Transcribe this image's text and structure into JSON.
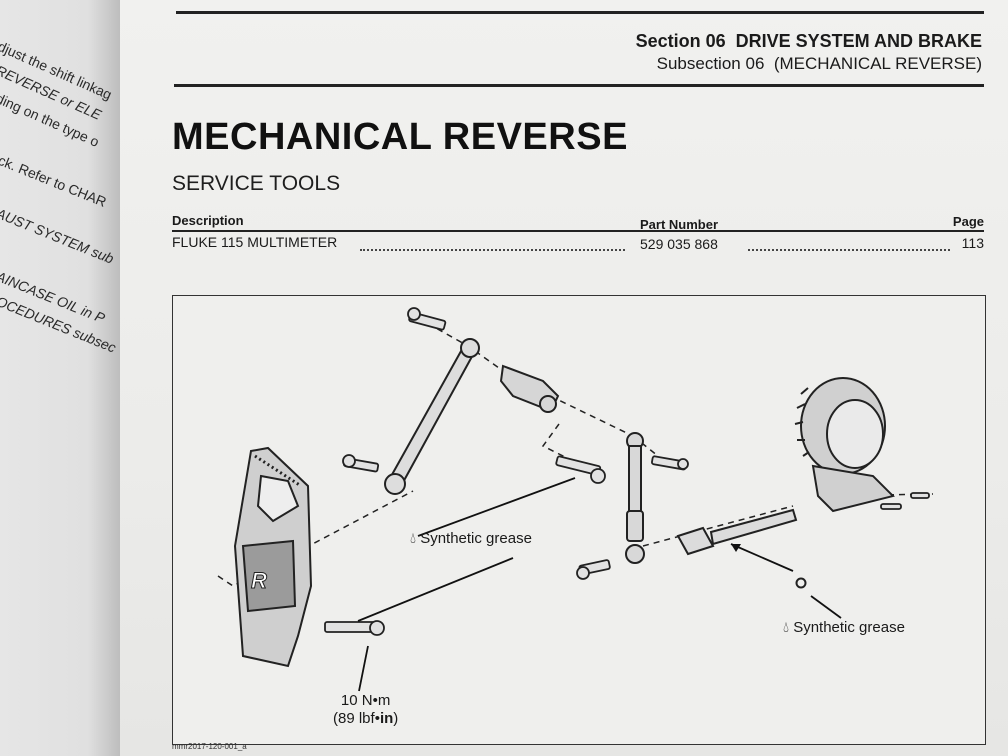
{
  "left_page": {
    "fragments": [
      "djust the shift linkag",
      "REVERSE or ELE",
      "ding on the type o",
      "ck. Refer to CHAR",
      "AUST SYSTEM sub",
      "AINCASE OIL in P",
      "OCEDURES subsec"
    ]
  },
  "header": {
    "section_label": "Section",
    "section_num": "06",
    "section_title": "DRIVE SYSTEM AND BRAKE",
    "subsection_label": "Subsection",
    "subsection_num": "06",
    "subsection_title": "(MECHANICAL REVERSE)"
  },
  "title": "MECHANICAL REVERSE",
  "subtitle": "SERVICE TOOLS",
  "tools_table": {
    "headers": {
      "description": "Description",
      "part_number": "Part Number",
      "page": "Page"
    },
    "rows": [
      {
        "description": "FLUKE 115 MULTIMETER",
        "part_number": "529 035 868",
        "page": "113"
      }
    ]
  },
  "figure": {
    "callout_grease_1": "Synthetic grease",
    "callout_grease_2": "Synthetic grease",
    "torque_nm": "10 N•m",
    "torque_lbf_prefix": "(89 lbf•",
    "torque_lbf_unit": "in",
    "torque_lbf_suffix": ")",
    "lever_letter": "R",
    "figure_id": "mmr2017-120-001_a"
  }
}
